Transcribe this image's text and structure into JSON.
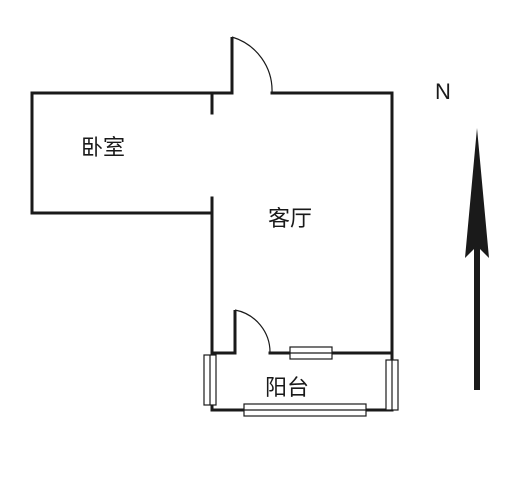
{
  "rooms": {
    "bedroom": "卧室",
    "living_room": "客厅",
    "balcony": "阳台"
  },
  "compass": {
    "north_label": "N"
  }
}
